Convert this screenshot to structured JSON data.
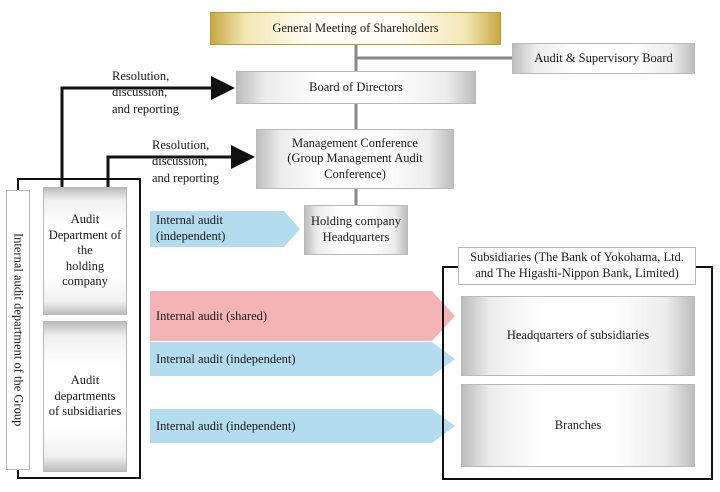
{
  "nodes": {
    "general_meeting": "General Meeting of Shareholders",
    "audit_board": "Audit & Supervisory Board",
    "board_directors": "Board of Directors",
    "mgmt_conf_1": "Management Conference",
    "mgmt_conf_2": "(Group Management Audit",
    "mgmt_conf_3": "Conference)",
    "holding_hq_1": "Holding company",
    "holding_hq_2": "Headquarters",
    "subsidiaries_title_1": "Subsidiaries (The Bank of Yokohama, Ltd.",
    "subsidiaries_title_2": "and The Higashi-Nippon Bank, Limited)",
    "hq_subsidiaries": "Headquarters of subsidiaries",
    "branches": "Branches",
    "audit_dept_holding_1": "Audit",
    "audit_dept_holding_2": "Department of the",
    "audit_dept_holding_3": "holding",
    "audit_dept_holding_4": "company",
    "audit_depts_subs_1": "Audit",
    "audit_depts_subs_2": "departments",
    "audit_depts_subs_3": "of subsidiaries",
    "internal_audit_group": "Internal audit department of the Group"
  },
  "labels": {
    "reporting_1_line1": "Resolution,",
    "reporting_1_line2": "discussion,",
    "reporting_1_line3": "and reporting",
    "reporting_2_line1": "Resolution,",
    "reporting_2_line2": "discussion,",
    "reporting_2_line3": "and reporting"
  },
  "arrows": {
    "holding_independent_1": "Internal audit",
    "holding_independent_2": "(independent)",
    "shared": "Internal audit (shared)",
    "subs_independent_hq": "Internal audit (independent)",
    "subs_independent_branches": "Internal audit (independent)"
  },
  "colors": {
    "arrow_blue": "#b3dcee",
    "arrow_pink": "#f4b3b4",
    "gold_border": "#b69b3a"
  }
}
